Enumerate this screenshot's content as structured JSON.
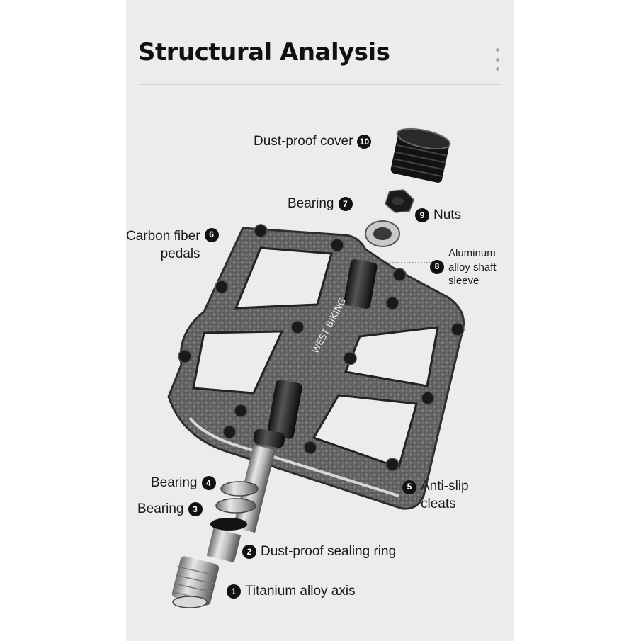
{
  "title": "Structural Analysis",
  "icons": {
    "menu": "vertical-ellipsis-icon"
  },
  "colors": {
    "background": "#ececec",
    "title": "#111111",
    "badge": "#111111"
  },
  "parts": [
    {
      "number": "1",
      "name": "Titanium alloy axis"
    },
    {
      "number": "2",
      "name": "Dust-proof sealing ring"
    },
    {
      "number": "3",
      "name": "Bearing"
    },
    {
      "number": "4",
      "name": "Bearing"
    },
    {
      "number": "5",
      "name_line1": "Anti-slip",
      "name_line2": "cleats"
    },
    {
      "number": "6",
      "name_line1": "Carbon fiber",
      "name_line2": "pedals"
    },
    {
      "number": "7",
      "name": "Bearing"
    },
    {
      "number": "8",
      "name_line1": "Aluminum",
      "name_line2": "alloy shaft",
      "name_line3": "sleeve"
    },
    {
      "number": "9",
      "name": "Nuts"
    },
    {
      "number": "10",
      "name": "Dust-proof cover"
    }
  ],
  "brand_text": "WEST BIKING"
}
